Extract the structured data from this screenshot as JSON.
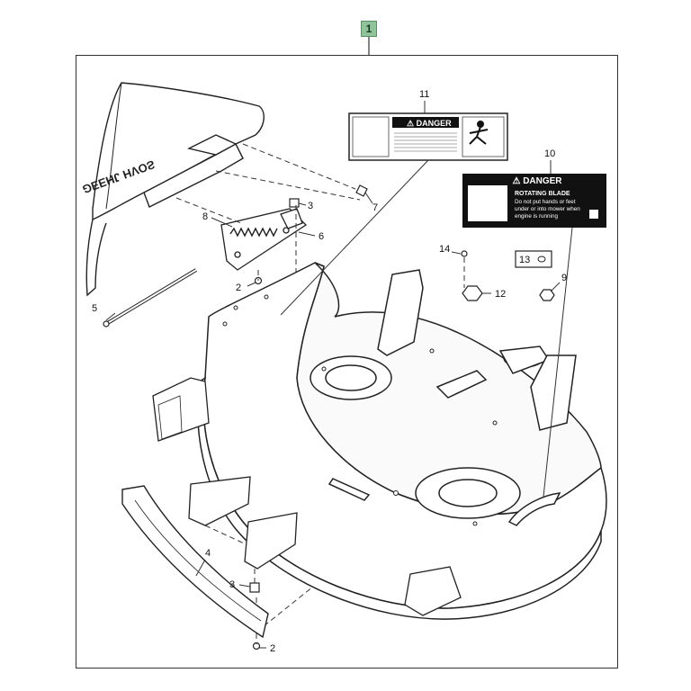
{
  "diagram": {
    "assembly_badge": "1",
    "callouts": [
      {
        "id": "c2a",
        "label": "2"
      },
      {
        "id": "c2b",
        "label": "2"
      },
      {
        "id": "c3a",
        "label": "3"
      },
      {
        "id": "c3b",
        "label": "3"
      },
      {
        "id": "c4",
        "label": "4"
      },
      {
        "id": "c5",
        "label": "5"
      },
      {
        "id": "c6",
        "label": "6"
      },
      {
        "id": "c7",
        "label": "7"
      },
      {
        "id": "c8",
        "label": "8"
      },
      {
        "id": "c9",
        "label": "9"
      },
      {
        "id": "c10",
        "label": "10"
      },
      {
        "id": "c11",
        "label": "11"
      },
      {
        "id": "c12",
        "label": "12"
      },
      {
        "id": "c13",
        "label": "13"
      },
      {
        "id": "c14",
        "label": "14"
      }
    ],
    "decal_10": {
      "header": "DANGER",
      "title": "ROTATING BLADE",
      "line1": "Do not put hands or feet",
      "line2": "under or into mower when",
      "line3": "engine is running"
    },
    "decal_11": {
      "header": "DANGER"
    },
    "colors": {
      "line": "#222222",
      "badge_fill": "#8fc49a",
      "decal_dark": "#111111"
    }
  }
}
